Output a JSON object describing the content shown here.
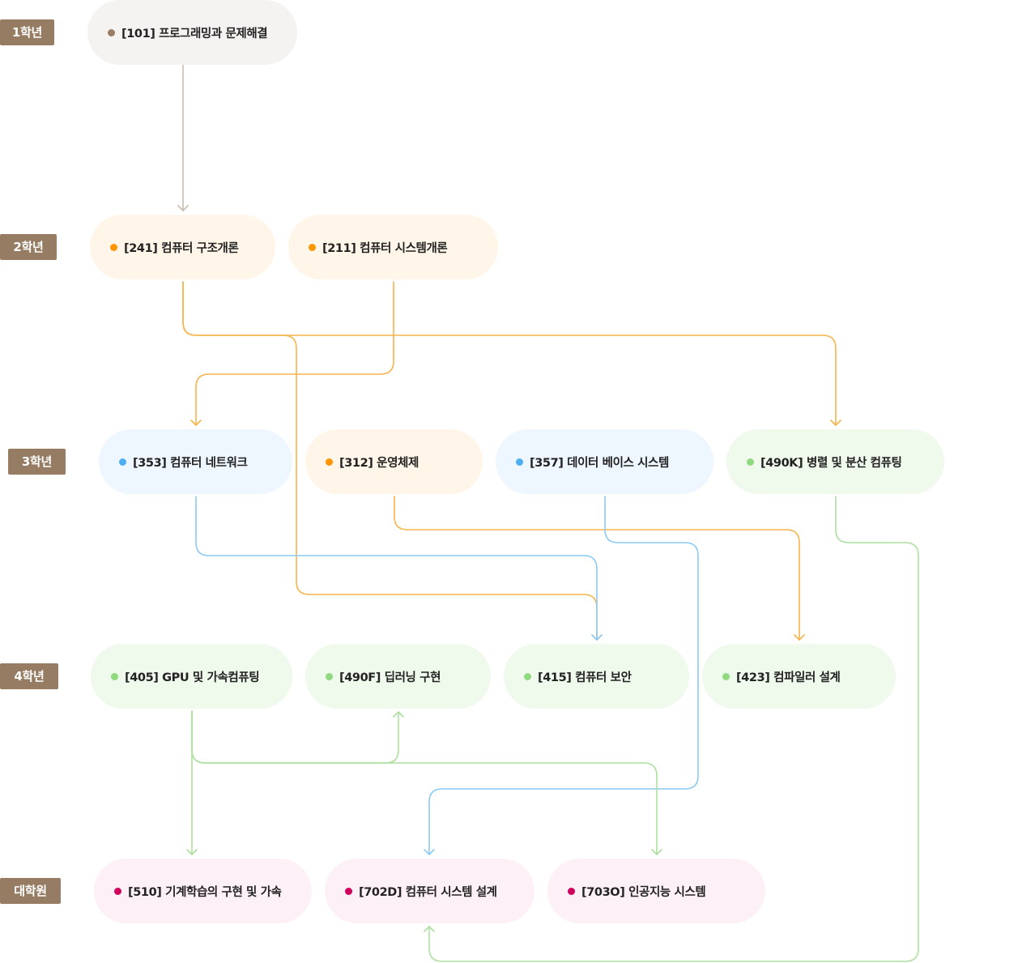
{
  "years": [
    {
      "id": "y1",
      "label": "1학년"
    },
    {
      "id": "y2",
      "label": "2학년"
    },
    {
      "id": "y3",
      "label": "3학년"
    },
    {
      "id": "y4",
      "label": "4학년"
    },
    {
      "id": "grad",
      "label": "대학원"
    }
  ],
  "courses": [
    {
      "id": "c101",
      "label": "[101] 프로그래밍과 문제해결",
      "category": "gray"
    },
    {
      "id": "c241",
      "label": "[241] 컴퓨터 구조개론",
      "category": "orange"
    },
    {
      "id": "c211",
      "label": "[211] 컴퓨터 시스템개론",
      "category": "orange"
    },
    {
      "id": "c353",
      "label": "[353] 컴퓨터 네트워크",
      "category": "blue"
    },
    {
      "id": "c312",
      "label": "[312] 운영체제",
      "category": "orange"
    },
    {
      "id": "c357",
      "label": "[357] 데이터 베이스 시스템",
      "category": "blue"
    },
    {
      "id": "c490k",
      "label": "[490K] 병렬 및 분산 컴퓨팅",
      "category": "green"
    },
    {
      "id": "c405",
      "label": "[405] GPU 및 가속컴퓨팅",
      "category": "green"
    },
    {
      "id": "c490f",
      "label": "[490F] 딥러닝 구현",
      "category": "green"
    },
    {
      "id": "c415",
      "label": "[415] 컴퓨터 보안",
      "category": "green"
    },
    {
      "id": "c423",
      "label": "[423] 컴파일러 설계",
      "category": "green"
    },
    {
      "id": "c510",
      "label": "[510] 기계학습의 구현 및 가속",
      "category": "pink"
    },
    {
      "id": "c702d",
      "label": "[702D] 컴퓨터 시스템 설계",
      "category": "pink"
    },
    {
      "id": "c703o",
      "label": "[703O] 인공지능 시스템",
      "category": "pink"
    }
  ],
  "colors": {
    "year_label_bg": "#967c63",
    "gray": {
      "fill": "#f4f3f1",
      "dot": "#9a7d66",
      "line": "#c9bcb0"
    },
    "orange": {
      "fill": "#fff5e8",
      "dot": "#ff9600",
      "line": "#f6b44c"
    },
    "blue": {
      "fill": "#eef6ff",
      "dot": "#4faef2",
      "line": "#8ccaf3"
    },
    "green": {
      "fill": "#eff9ec",
      "dot": "#8fda7f",
      "line": "#addf9f"
    },
    "pink": {
      "fill": "#fdf1f7",
      "dot": "#d0005c"
    }
  },
  "edges": [
    {
      "from": "c101",
      "to": "c241",
      "color": "gray"
    },
    {
      "from": "c241",
      "to": "c490k",
      "color": "orange"
    },
    {
      "from": "c241",
      "to": "c415",
      "color": "orange"
    },
    {
      "from": "c211",
      "to": "c353",
      "color": "orange"
    },
    {
      "from": "c312",
      "to": "c423",
      "color": "orange"
    },
    {
      "from": "c353",
      "to": "c415",
      "color": "blue"
    },
    {
      "from": "c357",
      "to": "c702d",
      "color": "blue"
    },
    {
      "from": "c490k",
      "to": "c702d",
      "color": "green"
    },
    {
      "from": "c405",
      "to": "c510",
      "color": "green"
    },
    {
      "from": "c405",
      "to": "c490f",
      "color": "green"
    },
    {
      "from": "c405",
      "to": "c703o",
      "color": "green"
    }
  ]
}
